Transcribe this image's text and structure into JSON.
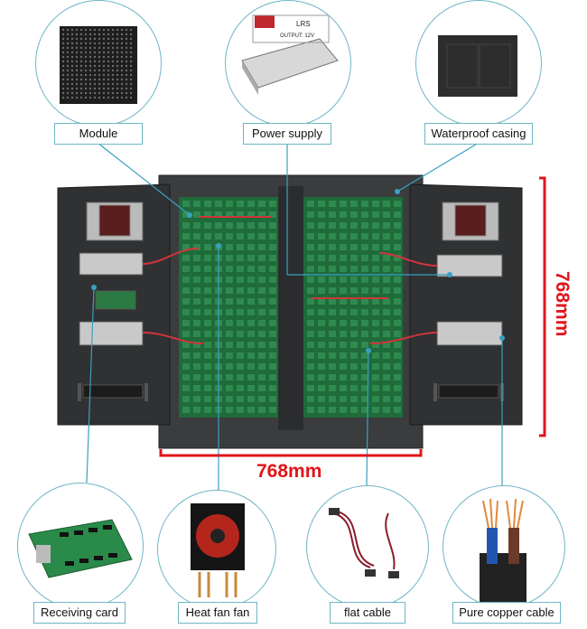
{
  "labels": {
    "module": "Module",
    "power_supply": "Power supply",
    "waterproof_casing": "Waterproof casing",
    "receiving_card": "Receiving card",
    "heat_fan": "Heat fan fan",
    "flat_cable": "flat cable",
    "copper_cable": "Pure copper cable"
  },
  "dimensions": {
    "width": "768mm",
    "height": "768mm"
  },
  "psu_text": {
    "brand": "LRS",
    "output": "OUTPUT: 12V"
  },
  "colors": {
    "accent_line": "#6fb6c7",
    "dimension": "#e0141b",
    "cabinet": "#2f3133",
    "module_green": "#1f6b3a"
  }
}
